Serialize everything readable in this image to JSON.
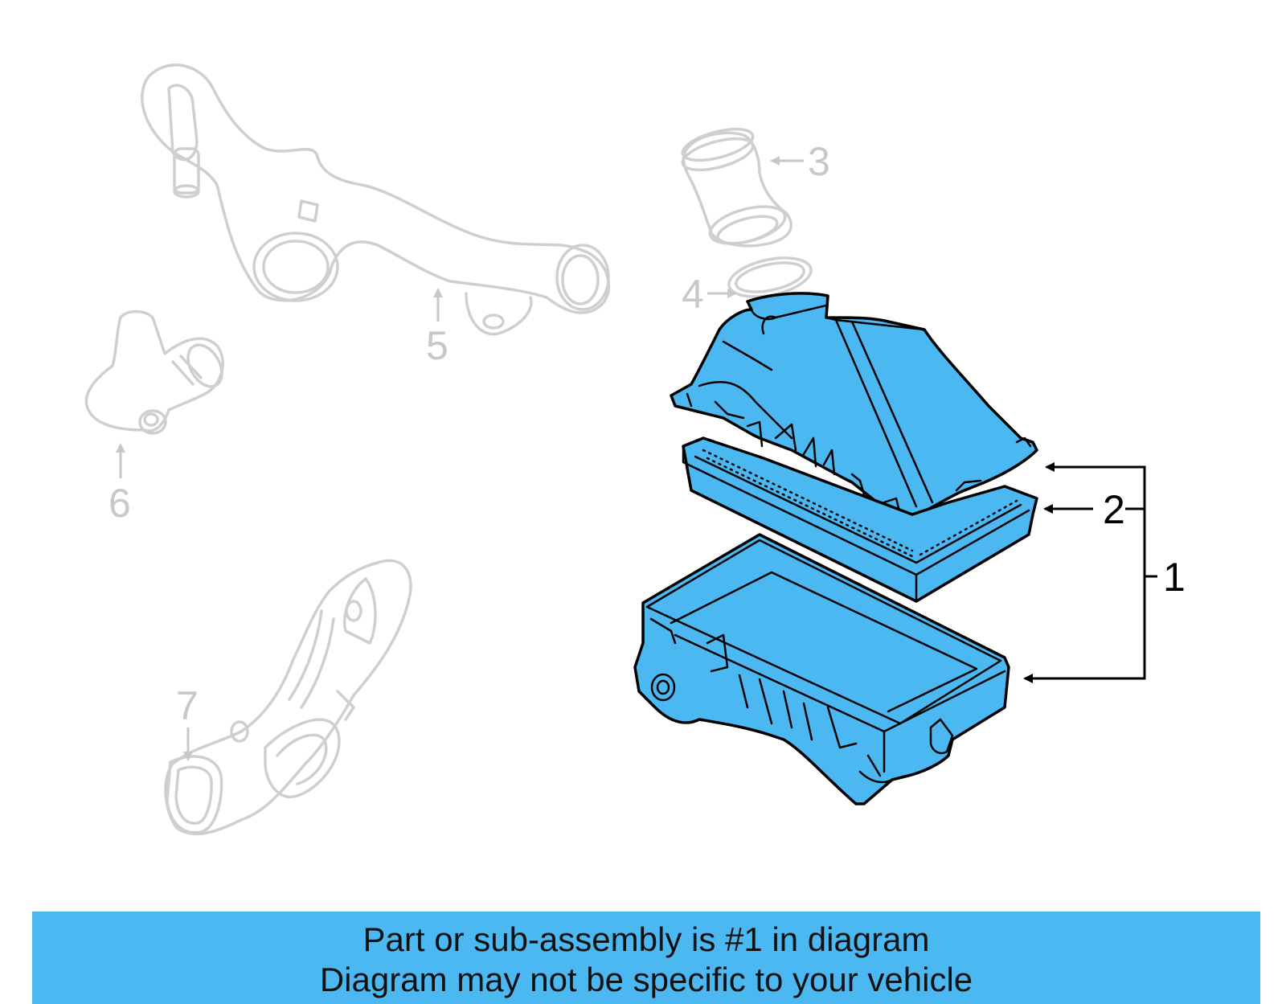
{
  "callouts": {
    "c1": "1",
    "c2": "2",
    "c3": "3",
    "c4": "4",
    "c5": "5",
    "c6": "6",
    "c7": "7"
  },
  "banner": {
    "line1": "Part or sub-assembly is #1 in diagram",
    "line2": "Diagram may not be specific to your vehicle"
  },
  "colors": {
    "highlight": "#4cb8f2",
    "ghost_parts": "#cfcfcf",
    "banner_bg": "#4cb8f2"
  }
}
